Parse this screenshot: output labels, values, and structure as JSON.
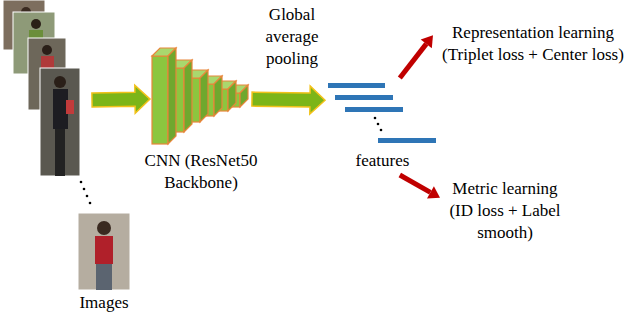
{
  "diagram": {
    "nodes": [
      {
        "text": [
          "Images"
        ]
      },
      {
        "text": [
          "CNN (ResNet50 Backbone)"
        ]
      },
      {
        "text": [
          "features"
        ]
      },
      {
        "text": [
          "Representation learning (Triplet loss + Center loss)"
        ]
      },
      {
        "text": [
          "Metric learning (ID loss + Label smooth)"
        ]
      }
    ],
    "edges": [
      {
        "from": 0,
        "to": 1,
        "arrow": "to"
      },
      {
        "from": 1,
        "to": 2,
        "label": "Global average pooling",
        "arrow": "to"
      },
      {
        "from": 2,
        "to": 3,
        "arrow": "to"
      },
      {
        "from": 2,
        "to": 4,
        "arrow": "to"
      }
    ]
  }
}
